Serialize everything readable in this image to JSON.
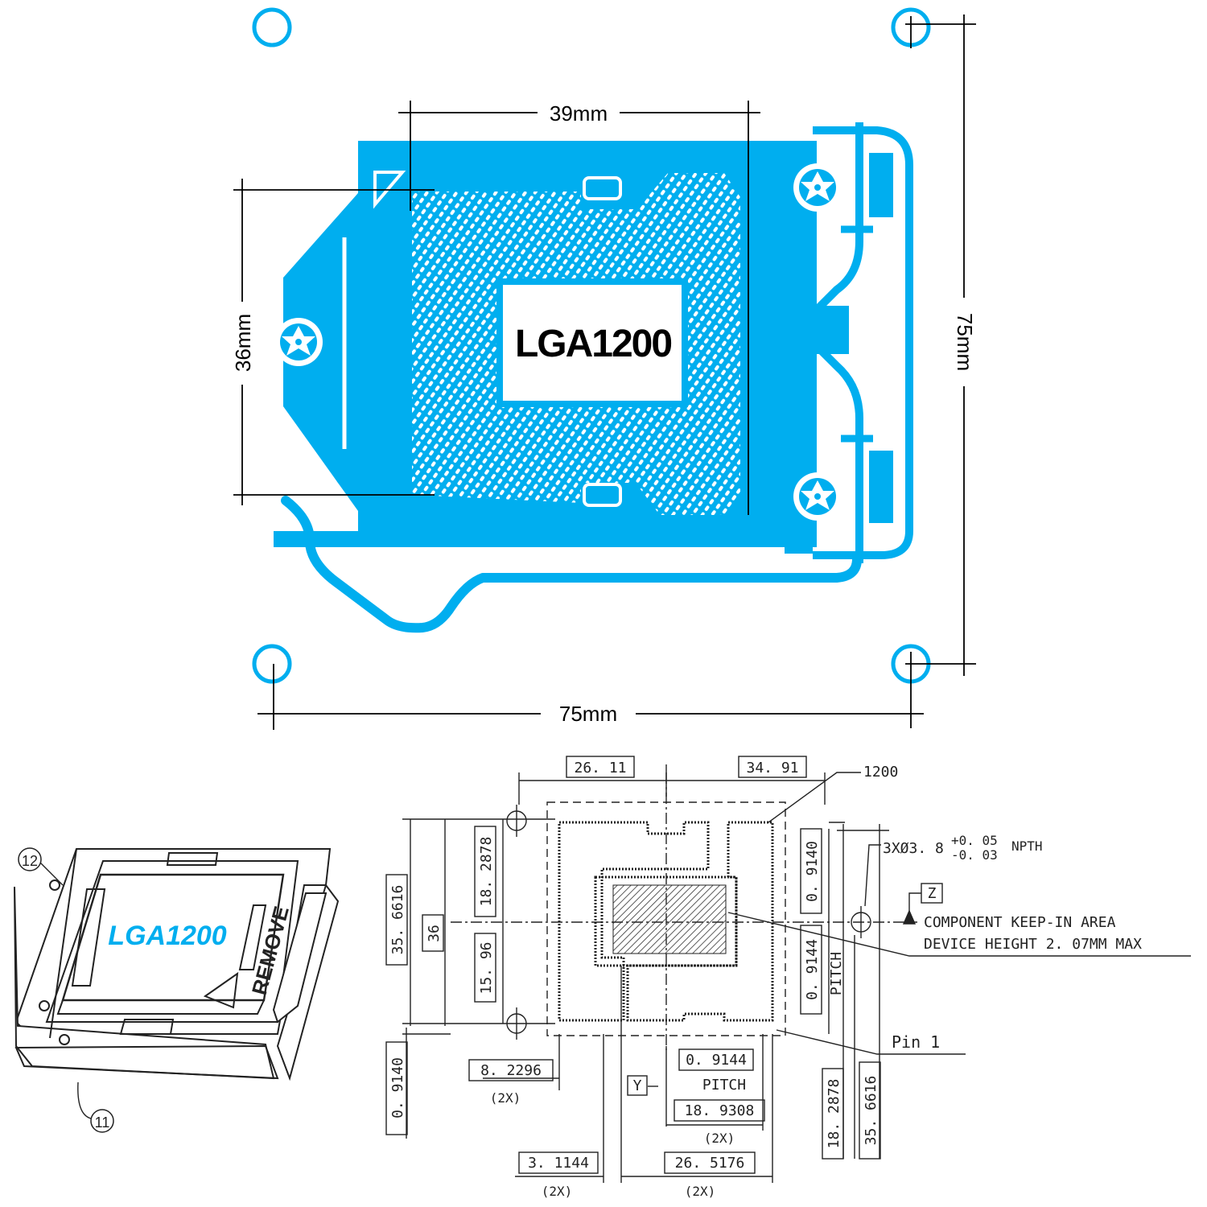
{
  "top_diagram": {
    "chip_label": "LGA1200",
    "dim_width": "39mm",
    "dim_height": "36mm",
    "dim_hole_x": "75mm",
    "dim_hole_y": "75mm",
    "accent_color": "#00aeef"
  },
  "iso_view": {
    "chip_label": "LGA1200",
    "lever_text": "REMOVE",
    "callout_a": "12",
    "callout_b": "11"
  },
  "tech_drawing": {
    "dims": {
      "d2611": "26. 11",
      "d3491": "34. 91",
      "pins": "1200",
      "hole_spec": "3XØ3. 8",
      "tol_plus": "+0. 05",
      "tol_minus": "-0. 03",
      "npth": "NPTH",
      "datum_z": "Z",
      "keepin_1": "COMPONENT KEEP-IN AREA",
      "keepin_2": "DEVICE HEIGHT 2. 07MM MAX",
      "d35_6616_left": "35. 6616",
      "d36": "36",
      "d18_2878_left": "18. 2878",
      "d15_96": "15. 96",
      "d0_9140_right": "0. 9140",
      "d0_9144_right": "0. 9144",
      "pitch_v": "PITCH",
      "pin1": "Pin 1",
      "d8_2296": "8. 2296",
      "x2_a": "(2X)",
      "datum_y": "Y",
      "d0_9144_b": "0. 9144",
      "pitch_h": "PITCH",
      "d18_9308": "18. 9308",
      "x2_b": "(2X)",
      "d3_1144": "3. 1144",
      "x2_c": "(2X)",
      "d26_5176": "26. 5176",
      "x2_d": "(2X)",
      "d0_9140_left": "0. 9140",
      "d18_2878_right": "18. 2878",
      "d35_6616_right": "35. 6616"
    }
  }
}
